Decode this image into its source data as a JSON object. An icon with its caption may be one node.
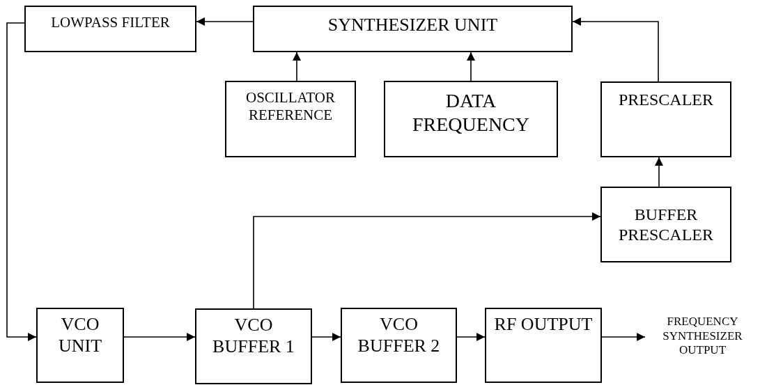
{
  "diagram": {
    "nodes": [
      {
        "text": [
          "LOWPASS FILTER"
        ]
      },
      {
        "text": [
          "SYNTHESIZER UNIT"
        ]
      },
      {
        "text": [
          "OSCILLATOR REFERENCE"
        ]
      },
      {
        "text": [
          "DATA FREQUENCY"
        ]
      },
      {
        "text": [
          "PRESCALER"
        ]
      },
      {
        "text": [
          "BUFFER PRESCALER"
        ]
      },
      {
        "text": [
          "VCO UNIT"
        ]
      },
      {
        "text": [
          "VCO BUFFER 1"
        ]
      },
      {
        "text": [
          "VCO BUFFER 2"
        ]
      },
      {
        "text": [
          "RF OUTPUT"
        ]
      },
      {
        "text": [
          "FREQUENCY SYNTHESIZER OUTPUT"
        ]
      }
    ],
    "edges": [
      {
        "from": 1,
        "to": 0,
        "arrow": "to"
      },
      {
        "from": 0,
        "to": 6,
        "arrow": "to"
      },
      {
        "from": 2,
        "to": 1,
        "arrow": "to"
      },
      {
        "from": 3,
        "to": 1,
        "arrow": "to"
      },
      {
        "from": 4,
        "to": 1,
        "arrow": "to"
      },
      {
        "from": 5,
        "to": 4,
        "arrow": "to"
      },
      {
        "from": 7,
        "to": 5,
        "arrow": "to"
      },
      {
        "from": 6,
        "to": 7,
        "arrow": "to"
      },
      {
        "from": 7,
        "to": 8,
        "arrow": "to"
      },
      {
        "from": 8,
        "to": 9,
        "arrow": "to"
      },
      {
        "from": 9,
        "to": 10,
        "arrow": "to"
      }
    ]
  }
}
